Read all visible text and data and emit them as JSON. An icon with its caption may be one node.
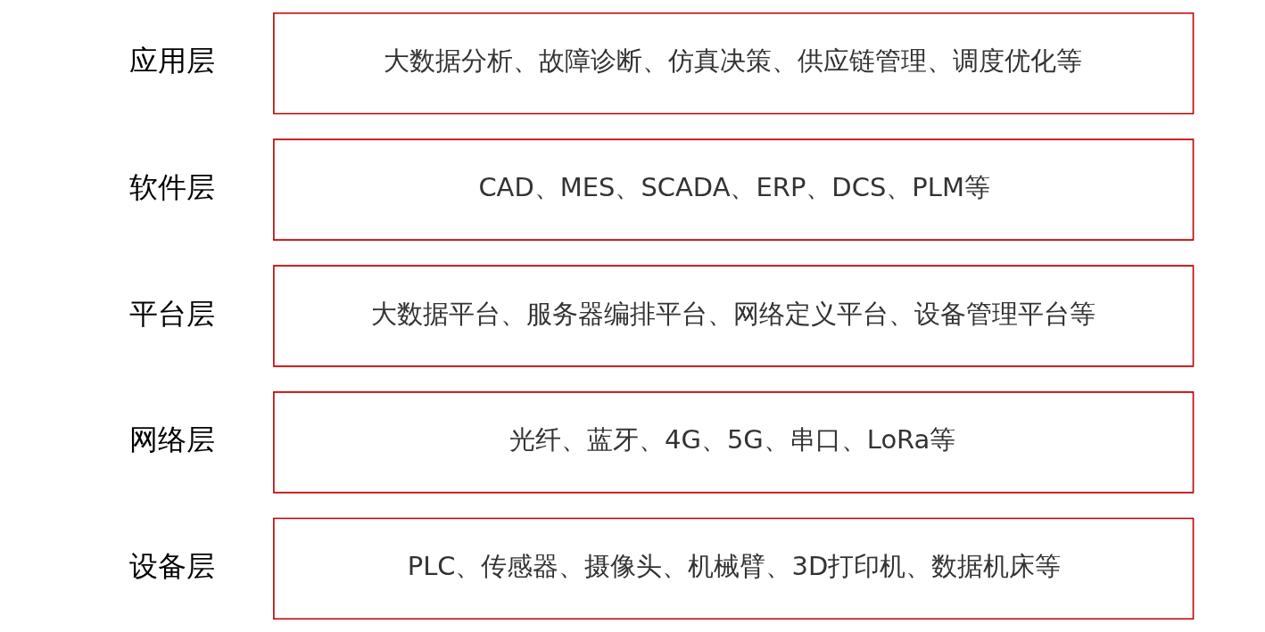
{
  "diagram": {
    "nodes": [
      {
        "text": [
          "应用层",
          "大数据分析、故障诊断、仿真决策、供应链管理、调度优化等"
        ]
      },
      {
        "text": [
          "软件层",
          "CAD、MES、SCADA、ERP、DCS、PLM等"
        ]
      },
      {
        "text": [
          "平台层",
          "大数据平台、服务器编排平台、网络定义平台、设备管理平台等"
        ]
      },
      {
        "text": [
          "网络层",
          "光纤、蓝牙、4G、5G、串口、LoRa等"
        ]
      },
      {
        "text": [
          "设备层",
          "PLC、传感器、摄像头、机械臂、3D打印机、数据机床等"
        ]
      }
    ],
    "edges": []
  }
}
